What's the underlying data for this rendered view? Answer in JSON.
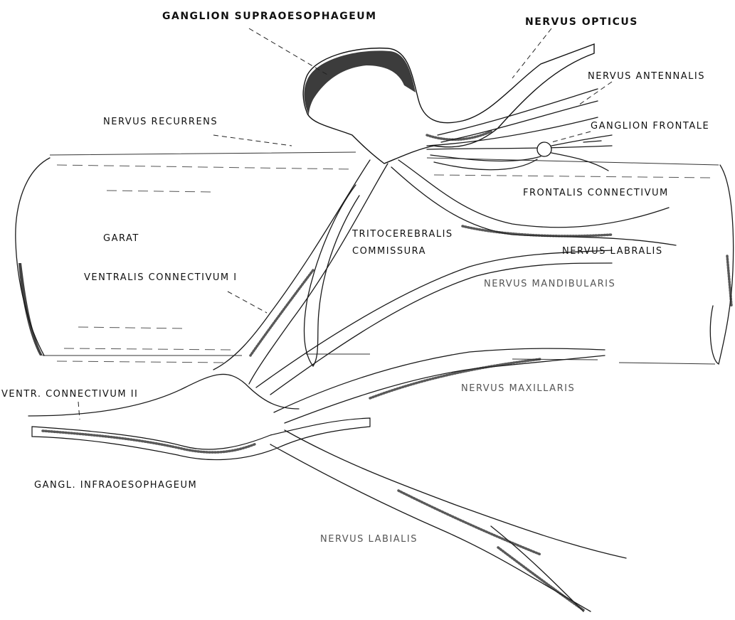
{
  "labels": {
    "ganglion_supraoesophageum": "GANGLION SUPRAOESOPHAGEUM",
    "nervus_opticus": "NERVUS OPTICUS",
    "nervus_antennalis": "NERVUS ANTENNALIS",
    "nervus_recurrens": "NERVUS RECURRENS",
    "ganglion_frontale": "GANGLION FRONTALE",
    "frontalis_connectivum": "FRONTALIS CONNECTIVUM",
    "garat": "GARAT",
    "tritocerebralis_commissura_1": "TRITOCEREBRALIS",
    "tritocerebralis_commissura_2": "COMMISSURA",
    "nervus_labralis": "NERVUS LABRALIS",
    "ventralis_connectivum_1": "VENTRALIS CONNECTIVUM I",
    "nervus_mandibularis": "NERVUS MANDIBULARIS",
    "ventr_connectivum_2": "VENTR. CONNECTIVUM II",
    "nervus_maxillaris": "NERVUS MAXILLARIS",
    "gangl_infraoesophageum": "GANGL. INFRAOESOPHAGEUM",
    "nervus_labialis": "NERVUS LABIALIS"
  },
  "colors": {
    "ink": "#111111",
    "paper": "#ffffff"
  }
}
